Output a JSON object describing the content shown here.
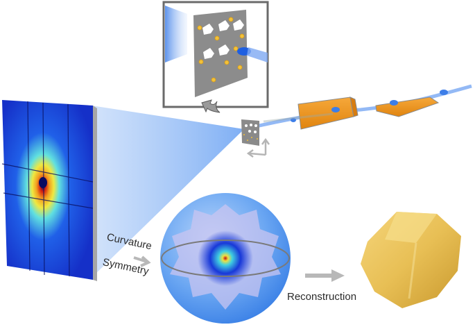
{
  "figure": {
    "type": "experimental workflow schematic",
    "labels": {
      "curvature": "Curvature",
      "symmetry": "Symmetry",
      "reconstruction": "Reconstruction"
    },
    "components": [
      {
        "id": "inset",
        "description": "Zoomed view of sample membrane with nanoparticles hit by focused X-ray beam"
      },
      {
        "id": "beamline",
        "description": "Focusing mirrors (KB pair) along X-ray beam path"
      },
      {
        "id": "sample",
        "description": "Sample membrane with coordinate axes"
      },
      {
        "id": "detector",
        "description": "2D diffraction pattern on segmented detector"
      },
      {
        "id": "ewald-sphere",
        "description": "3D intensity assembled on sphere"
      },
      {
        "id": "particle",
        "description": "Reconstructed 3D nanoparticle (gold)"
      }
    ],
    "colors": {
      "beam": "#4a8ef0",
      "mirror": "#f0961e",
      "particle": "#e6c060",
      "membrane": "#8c8c8c",
      "arrow": "#b8b8b8",
      "sphere": "#5c9ef0"
    }
  }
}
